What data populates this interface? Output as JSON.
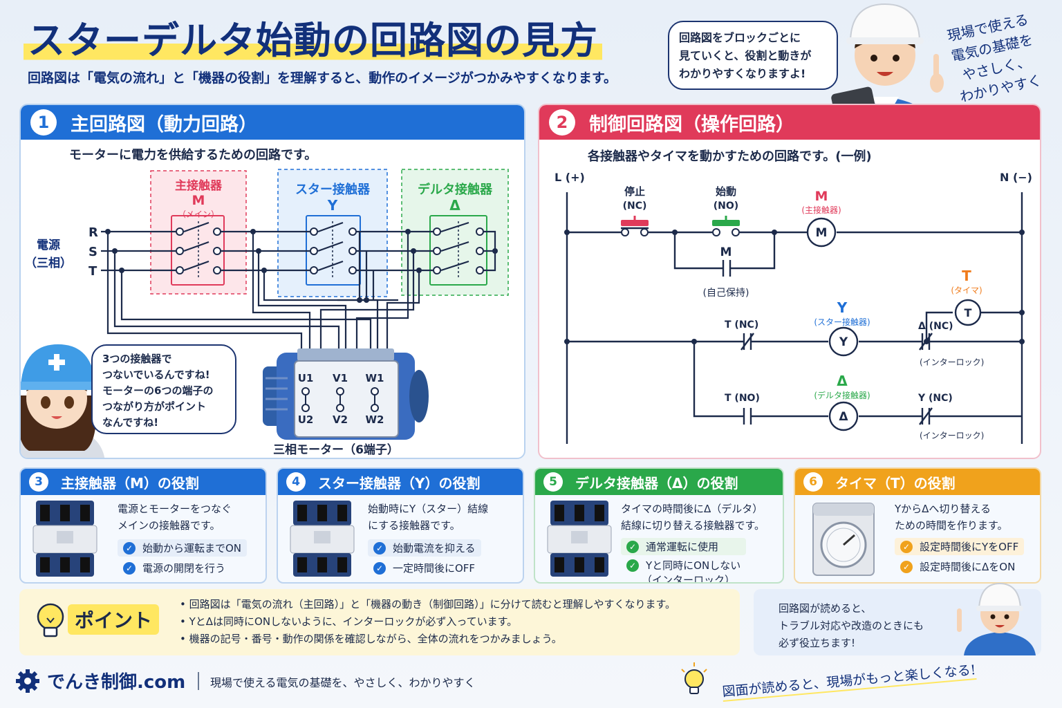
{
  "header": {
    "title": "スターデルタ始動の回路図の見方",
    "subtitle": "回路図は「電気の流れ」と「機器の役割」を理解すると、動作のイメージがつかみやすくなります。",
    "bubble": [
      "回路図をブロックごとに",
      "見ていくと、役割と動きが",
      "わかりやすくなりますよ!"
    ],
    "tagline": [
      "現場で使える",
      "電気の基礎を",
      "やさしく、",
      "わかりやすく"
    ]
  },
  "power_panel": {
    "num": "1",
    "title": "主回路図（動力回路）",
    "desc": "モーターに電力を供給するための回路です。",
    "source": [
      "電源",
      "（三相）"
    ],
    "phases": [
      "R",
      "S",
      "T"
    ],
    "main_contactor": {
      "name": "主接触器",
      "sym": "M",
      "sub": "（メイン）"
    },
    "star_contactor": {
      "name": "スター接触器",
      "sym": "Y"
    },
    "delta_contactor": {
      "name": "デルタ接触器",
      "sym": "Δ"
    },
    "terminals_top": [
      "U1",
      "V1",
      "W1"
    ],
    "terminals_bottom": [
      "U2",
      "V2",
      "W2"
    ],
    "motor_label": "三相モーター（6端子）",
    "girl_bubble": [
      "3つの接触器で",
      "つないでいるんですね!",
      "モーターの6つの端子の",
      "つながり方がポイント",
      "なんですね!"
    ]
  },
  "control_panel": {
    "num": "2",
    "title": "制御回路図（操作回路）",
    "desc": "各接触器やタイマを動かすための回路です。(一例)",
    "l_label": "L (+)",
    "n_label": "N (−)",
    "stop": {
      "name": "停止",
      "type": "(NC)"
    },
    "start": {
      "name": "始動",
      "type": "(NO)"
    },
    "m_coil": {
      "sym": "M",
      "sub": "(主接触器)"
    },
    "self_hold": {
      "sym": "M",
      "sub": "(自己保持)"
    },
    "t_coil": {
      "sym": "T",
      "sub": "(タイマ)"
    },
    "y_rung": {
      "contact": "T (NC)",
      "sym": "Y",
      "sub": "(スター接触器)",
      "interlock": "Δ (NC)",
      "note": "(インターロック)"
    },
    "d_rung": {
      "contact": "T (NO)",
      "sym": "Δ",
      "sub": "(デルタ接触器)",
      "interlock": "Y (NC)",
      "note": "(インターロック)"
    },
    "coil_glyphs": {
      "m": "M",
      "t": "T",
      "y": "Y",
      "d": "Δ"
    }
  },
  "roles": [
    {
      "num": "3",
      "title": "主接触器（M）の役割",
      "desc": [
        "電源とモーターをつなぐ",
        "メインの接触器です。"
      ],
      "checks": [
        "始動から運転までON",
        "電源の開閉を行う"
      ],
      "color": "#1f6fd6"
    },
    {
      "num": "4",
      "title": "スター接触器（Y）の役割",
      "desc": [
        "始動時にY（スター）結線",
        "にする接触器です。"
      ],
      "checks": [
        "始動電流を抑える",
        "一定時間後にOFF"
      ],
      "color": "#1f6fd6"
    },
    {
      "num": "5",
      "title": "デルタ接触器（Δ）の役割",
      "desc": [
        "タイマの時間後にΔ（デルタ）",
        "結線に切り替える接触器です。"
      ],
      "checks": [
        "通常運転に使用",
        "Yと同時にONしない"
      ],
      "extra": "（インターロック）",
      "color": "#2aa84a"
    },
    {
      "num": "6",
      "title": "タイマ（T）の役割",
      "desc": [
        "YからΔへ切り替える",
        "ための時間を作ります。"
      ],
      "checks": [
        "設定時間後にYをOFF",
        "設定時間後にΔをON"
      ],
      "color": "#f0a21c"
    }
  ],
  "point": {
    "label": "ポイント",
    "bullets": [
      "回路図は「電気の流れ（主回路）」と「機器の動き（制御回路）」に分けて読むと理解しやすくなります。",
      "YとΔは同時にONしないように、インターロックが必ず入っています。",
      "機器の記号・番号・動作の関係を確認しながら、全体の流れをつかみましょう。"
    ]
  },
  "advice": [
    "回路図が読めると、",
    "トラブル対応や改造のときにも",
    "必ず役立ちます!"
  ],
  "footer": {
    "brand": "でんき制御.com",
    "slogan": "現場で使える電気の基礎を、やさしく、わかりやすく",
    "motto": "図面が読めると、現場がもっと楽しくなる!"
  },
  "colors": {
    "navy": "#12307a",
    "blue": "#1f6fd6",
    "red": "#e03a5a",
    "green": "#2aa84a",
    "orange": "#f0a21c",
    "yellow": "#ffe761"
  }
}
